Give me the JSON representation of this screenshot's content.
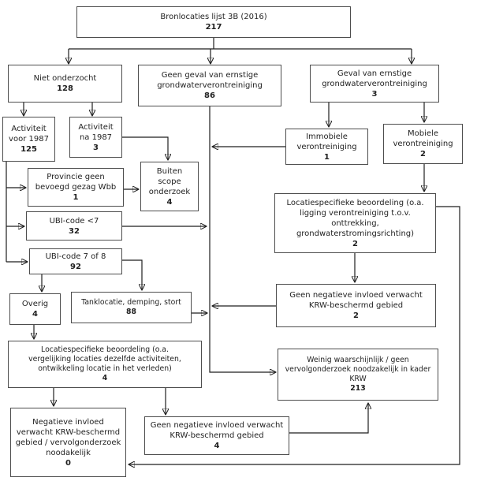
{
  "diagram": {
    "title": "Bronlocaties lijst 3B (2016)",
    "nodes": {
      "root": {
        "label": "Bronlocaties lijst 3B (2016)",
        "count": "217"
      },
      "niet_onderzocht": {
        "label": "Niet onderzocht",
        "count": "128"
      },
      "geen_geval": {
        "label": "Geen geval van ernstige\ngrondwaterverontreiniging",
        "count": "86"
      },
      "geval": {
        "label": "Geval van ernstige\ngrondwaterverontreiniging",
        "count": "3"
      },
      "act_voor": {
        "label": "Activiteit\nvoor 1987",
        "count": "125"
      },
      "act_na": {
        "label": "Activiteit\nna 1987",
        "count": "3"
      },
      "immobiele": {
        "label": "Immobiele\nverontreiniging",
        "count": "1"
      },
      "mobiele": {
        "label": "Mobiele\nverontreiniging",
        "count": "2"
      },
      "provincie": {
        "label": "Provincie geen\nbevoegd gezag Wbb",
        "count": "1"
      },
      "buiten_scope": {
        "label": "Buiten\nscope\nonderzoek",
        "count": "4"
      },
      "ubi_lt7": {
        "label": "UBI-code <7",
        "count": "32"
      },
      "ubi_78": {
        "label": "UBI-code 7 of 8",
        "count": "92"
      },
      "overig": {
        "label": "Overig",
        "count": "4"
      },
      "tanklocatie": {
        "label": "Tanklocatie, demping, stort",
        "count": "88"
      },
      "loc_ligging": {
        "label": "Locatiespecifieke beoordeling (o.a.\nligging verontreiniging t.o.v.\nonttrekking,\ngrondwaterstromingsrichting)",
        "count": "2"
      },
      "geen_neg_2": {
        "label": "Geen negatieve invloed verwacht\nKRW-beschermd gebied",
        "count": "2"
      },
      "weinig": {
        "label": "Weinig waarschijnlijk / geen\nvervolgonderzoek noodzakelijk in kader\nKRW",
        "count": "213"
      },
      "loc_vergelijking": {
        "label": "Locatiespecifieke beoordeling (o.a.\nvergelijking locaties dezelfde activiteiten,\nontwikkeling locatie in het verleden)",
        "count": "4"
      },
      "neg_0": {
        "label": "Negatieve invloed\nverwacht KRW-beschermd\ngebied / vervolgonderzoek\nnoodakelijk",
        "count": "0"
      },
      "geen_neg_4": {
        "label": "Geen negatieve invloed verwacht\nKRW-beschermd gebied",
        "count": "4"
      }
    }
  },
  "colors": {
    "background": "#ffffff",
    "border": "#4d4d4d",
    "line": "#1f1f1f",
    "text": "#1f1f1f"
  }
}
